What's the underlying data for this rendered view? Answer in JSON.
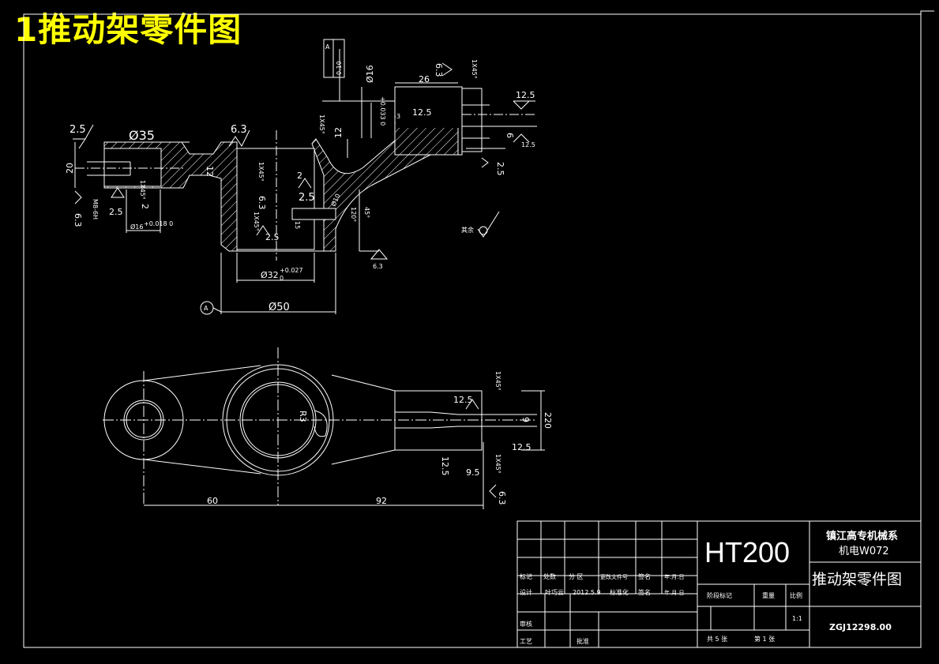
{
  "title": "1推动架零件图",
  "colors": {
    "background": "#000000",
    "lines": "#ffffff",
    "title": "#ffff00"
  },
  "front_view": {
    "roughness": [
      "2.5",
      "6.3",
      "6.3",
      "2.5",
      "2.5",
      "2.5",
      "6.3",
      "6.3",
      "2.5",
      "12.5",
      "12.5",
      "12.5",
      "6.3"
    ],
    "dims": {
      "d35": "Ø35",
      "d50": "Ø50",
      "d32": "Ø32",
      "d32_tol_up": "+0.027",
      "d32_tol_lo": "0",
      "d16": "Ø16",
      "d16_tol": "+0.018 0",
      "d16_top": "Ø16",
      "d16_top_tol": "+0.033 0",
      "d10": "Ø10",
      "v20": "20",
      "v12": "12",
      "v12b": "12",
      "v2": "2",
      "v3": "3",
      "v26": "26",
      "v15": "15",
      "v6": "6",
      "c1": "1X45°",
      "c2": "1X45°",
      "c3": "1X45°",
      "c4": "1X45°",
      "c5": "1X45°",
      "m8": "M8-6H",
      "ang": "120°",
      "deg45": "45°",
      "tol_frame_a": "A",
      "tol_frame_val": "0.10",
      "datum_a": "A",
      "qiyu": "其余"
    }
  },
  "top_view": {
    "dims": {
      "r3": "R3",
      "d60": "60",
      "d92": "92",
      "d220": "220",
      "v9": "9",
      "v95": "9.5",
      "rough1": "12.5",
      "rough2": "12.5",
      "rough3": "12.5",
      "rough4": "6.3",
      "c1": "1X45°",
      "c2": "1X45°"
    }
  },
  "title_block": {
    "material": "HT200",
    "school_line1": "镇江高专机械系",
    "school_line2": "机电W072",
    "drawing_name": "推动架零件图",
    "drawing_no": "ZGJ12298.00",
    "labels": {
      "biaoji": "标记",
      "chushu": "处数",
      "fenqu": "分 区",
      "gengwen": "更改文件号",
      "qianming": "签名",
      "nianyueri": "年.月.日",
      "sheji": "设计",
      "designer": "叶巧云",
      "date": "2012.5.9",
      "biaozhun": "标准化",
      "qianming2": "签名",
      "nianyueri2": "年.月.日",
      "shenhe": "审核",
      "gongyi": "工艺",
      "pizhun": "批准",
      "jieduan": "阶段标记",
      "zhongliang": "重量",
      "bili": "比例",
      "scale": "1:1",
      "gong": "共 5 张",
      "di": "第 1 张"
    }
  }
}
